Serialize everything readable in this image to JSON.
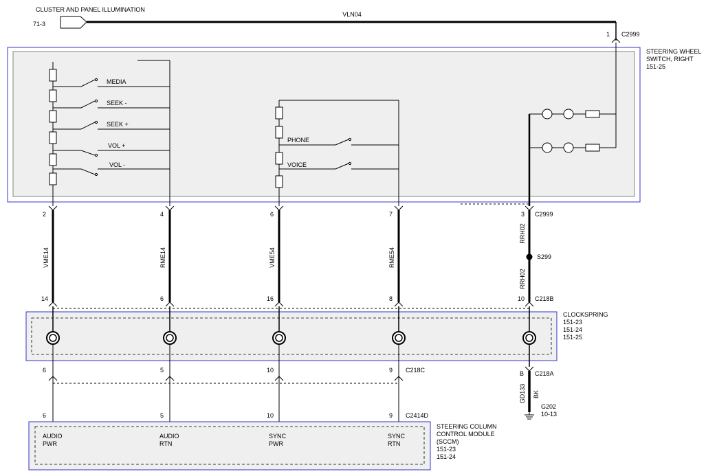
{
  "header": {
    "title": "CLUSTER AND PANEL ILLUMINATION",
    "ref": "71-3",
    "circuit": "VLN04"
  },
  "top_connector": {
    "pin": "1",
    "name": "C2999"
  },
  "swr": {
    "name_line1": "STEERING WHEEL",
    "name_line2": "SWITCH, RIGHT",
    "ref": "151-25",
    "switches_left": [
      "MEDIA",
      "SEEK -",
      "SEEK +",
      "VOL +",
      "VOL -"
    ],
    "switches_mid": [
      "PHONE",
      "VOICE"
    ]
  },
  "c2999_bottom": {
    "name": "C2999",
    "pins": [
      "2",
      "4",
      "6",
      "7",
      "3"
    ]
  },
  "wires_upper": [
    "VME14",
    "RME14",
    "VME54",
    "RME54"
  ],
  "rrh": {
    "upper": "RRH02",
    "lower": "RRH02"
  },
  "splice": "S299",
  "c218b": {
    "name": "C218B",
    "pins": [
      "14",
      "6",
      "16",
      "8",
      "10"
    ]
  },
  "clockspring": {
    "name": "CLOCKSPRING",
    "refs": [
      "151-23",
      "151-24",
      "151-25"
    ]
  },
  "c218c": {
    "name": "C218C",
    "pins": [
      "6",
      "5",
      "10",
      "9"
    ]
  },
  "c218a": {
    "name": "C218A",
    "pin": "B",
    "wire": "GD133",
    "color": "BK"
  },
  "ground": {
    "name": "G202",
    "ref": "10-13"
  },
  "c2414d": {
    "name": "C2414D",
    "pins": [
      "6",
      "5",
      "10",
      "9"
    ]
  },
  "sccm": {
    "line1": "STEERING COLUMN",
    "line2": "CONTROL MODULE",
    "line3": "(SCCM)",
    "refs": [
      "151-23",
      "151-24"
    ],
    "pins": [
      {
        "l1": "AUDIO",
        "l2": "PWR"
      },
      {
        "l1": "AUDIO",
        "l2": "RTN"
      },
      {
        "l1": "SYNC",
        "l2": "PWR"
      },
      {
        "l1": "SYNC",
        "l2": "RTN"
      }
    ]
  },
  "colors": {
    "module_border": "#3333cc",
    "module_fill": "#efefef",
    "wire": "#000000"
  }
}
